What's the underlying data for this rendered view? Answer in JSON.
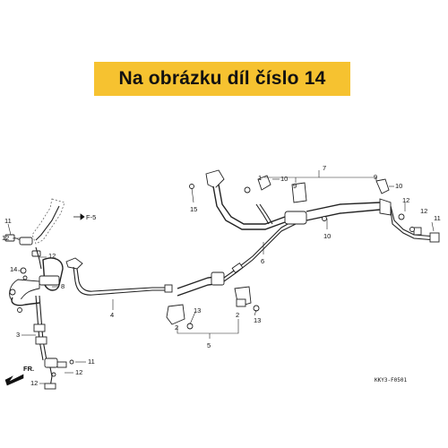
{
  "banner": {
    "title": "Na obrázku díl číslo 14",
    "color": "#f6c230"
  },
  "diagram": {
    "figure_code": "KKY3-F0501",
    "front_label": "FR.",
    "ref_label": "F-5",
    "callouts": {
      "c1": "11",
      "c2": "12",
      "c3": "12",
      "c4": "14",
      "c5": "3",
      "c6": "8",
      "c7": "4",
      "c8": "11",
      "c9": "12",
      "c10": "12",
      "c11": "15",
      "c12": "7",
      "c13": "1",
      "c14": "10",
      "c15": "9",
      "c16": "9",
      "c17": "10",
      "c18": "12",
      "c19": "12",
      "c20": "11",
      "c21": "6",
      "c22": "10",
      "c23": "13",
      "c24": "2",
      "c25": "13",
      "c26": "2",
      "c27": "5"
    }
  }
}
